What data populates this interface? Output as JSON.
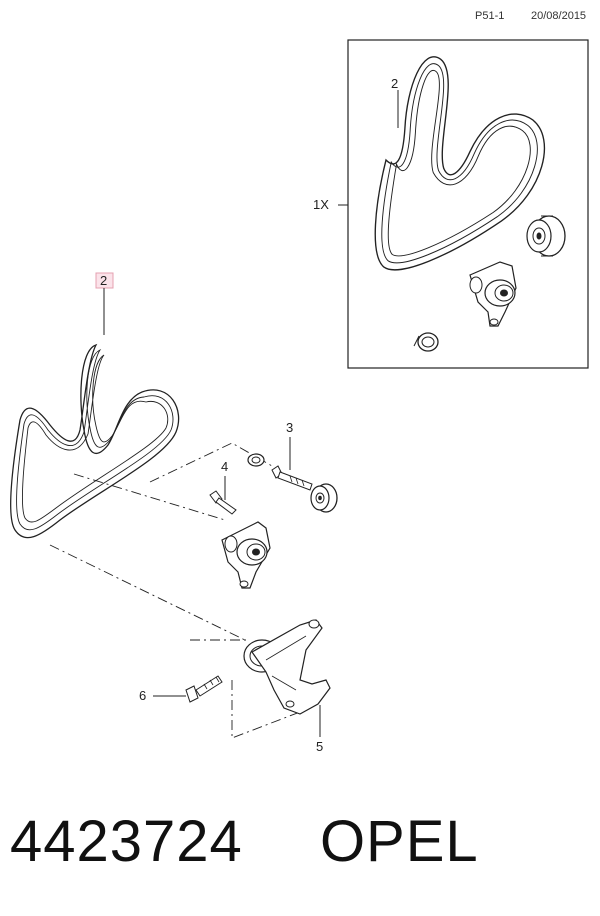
{
  "header": {
    "page_code": "P51-1",
    "date": "20/08/2015"
  },
  "callouts": {
    "kit_qty": "1X",
    "kit_belt": "2",
    "main_belt": "2",
    "idler_pulley": "3",
    "tensioner_bolt": "4",
    "tensioner_bracket": "5",
    "bracket_bolt": "6"
  },
  "footer": {
    "part_number": "4423724",
    "brand": "OPEL"
  },
  "colors": {
    "line": "#222222",
    "highlight_box": "#e4a0b0",
    "highlight_fill": "#fbe3ea"
  }
}
